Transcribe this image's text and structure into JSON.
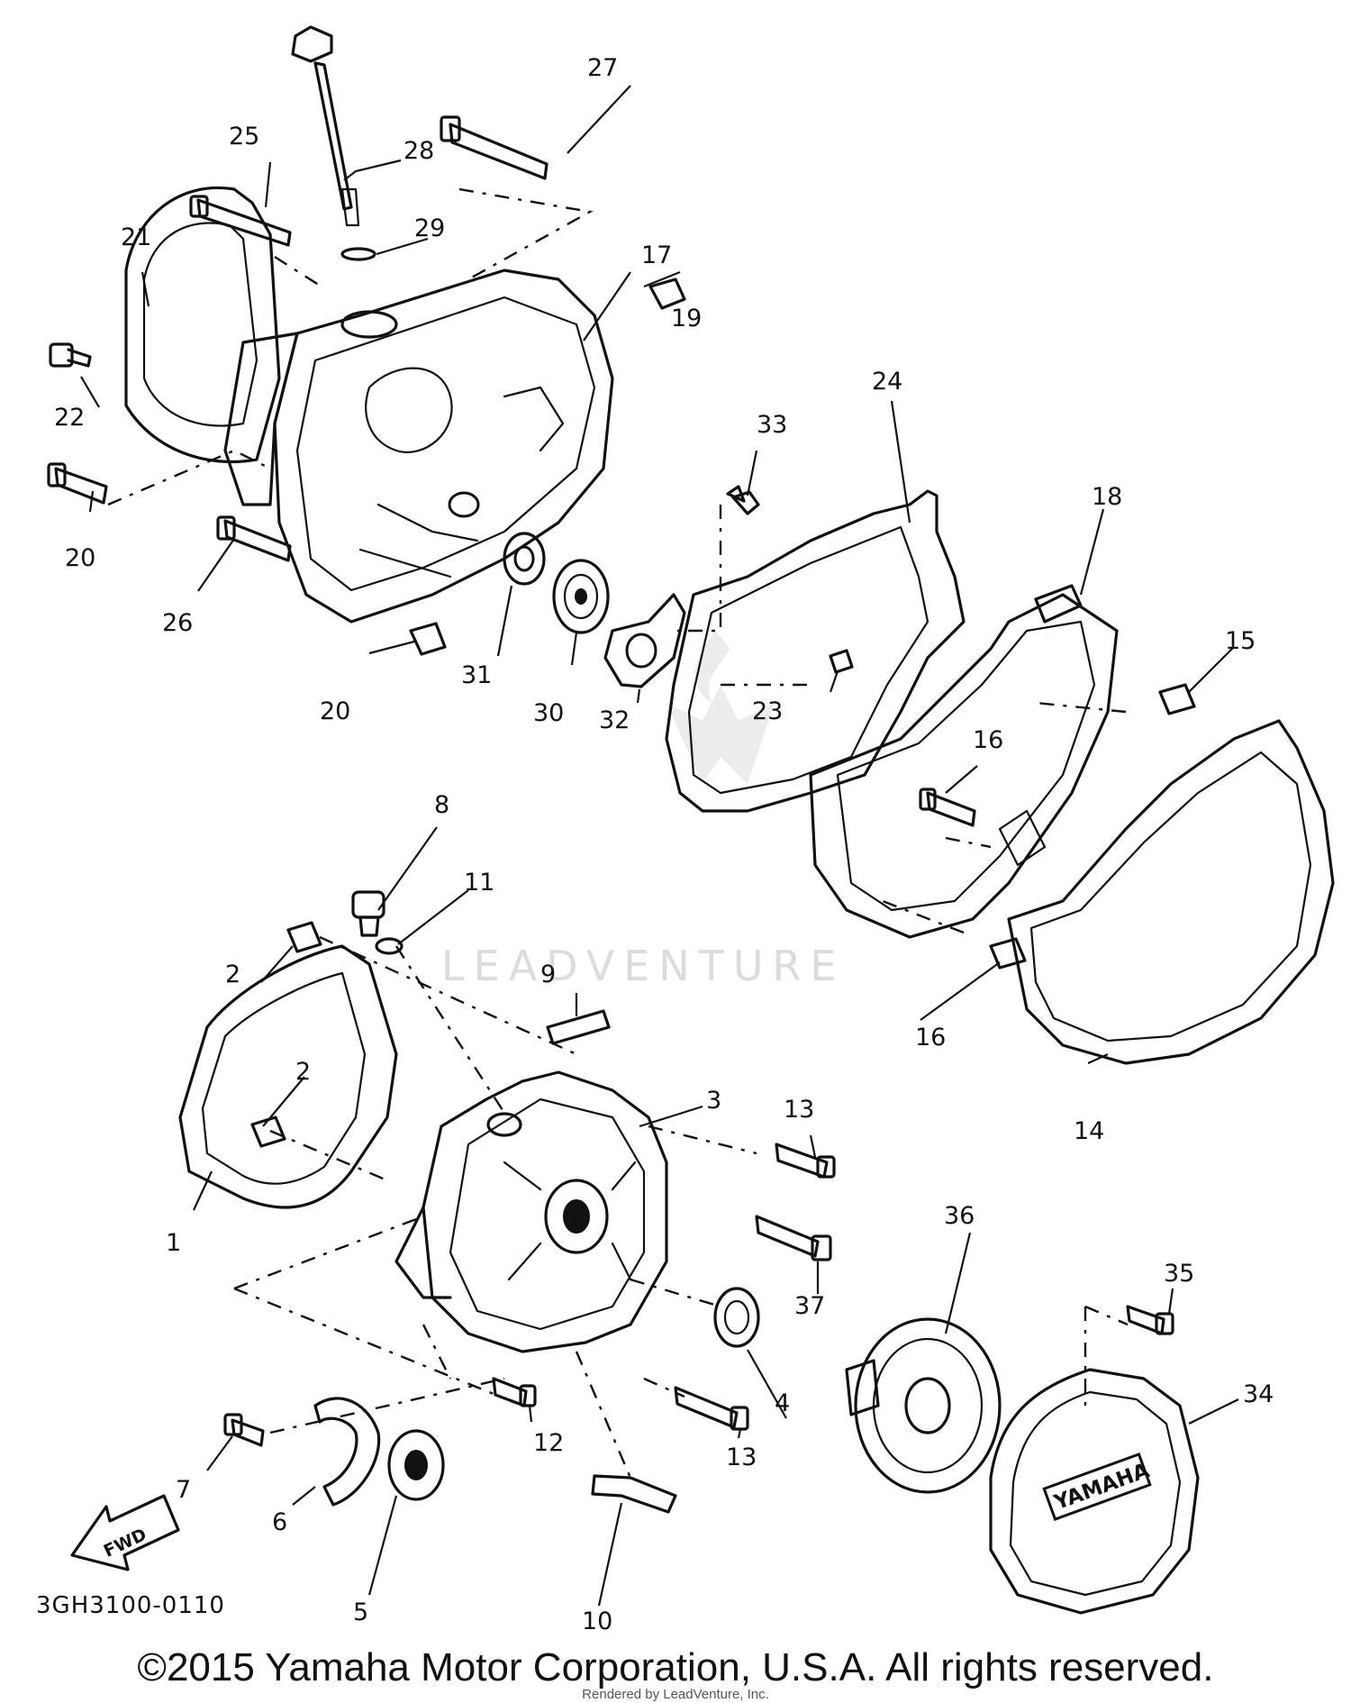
{
  "diagram": {
    "callouts": [
      "1",
      "2",
      "2",
      "3",
      "4",
      "5",
      "6",
      "7",
      "8",
      "9",
      "10",
      "11",
      "12",
      "13",
      "13",
      "14",
      "15",
      "16",
      "16",
      "17",
      "18",
      "19",
      "20",
      "20",
      "21",
      "22",
      "23",
      "24",
      "25",
      "26",
      "27",
      "28",
      "29",
      "30",
      "31",
      "32",
      "33",
      "34",
      "35",
      "36",
      "37"
    ],
    "fwd_label": "FWD",
    "cover_logo": "YAMAHA",
    "watermark": "LEADVENTURE",
    "reference_code": "3GH3100-0110"
  },
  "footer": {
    "copyright": "©2015 Yamaha Motor Corporation, U.S.A. All rights reserved.",
    "rendered_by": "Rendered by LeadVenture, Inc."
  }
}
